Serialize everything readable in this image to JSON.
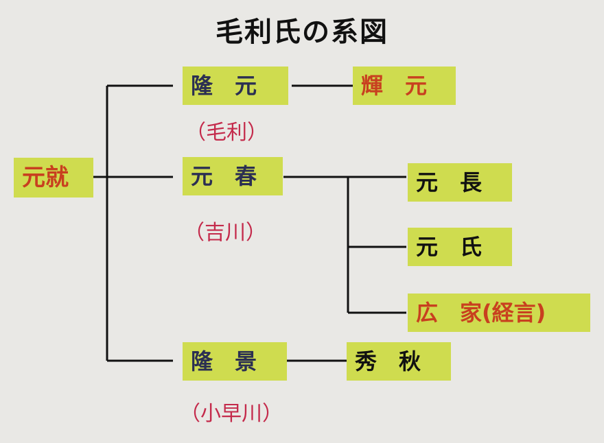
{
  "title": "毛利氏の系図",
  "colors": {
    "background": "#e9e8e5",
    "node_fill": "#cfdc4f",
    "line": "#111111",
    "heir_text": "#c8401f",
    "branch_text": "#2b2f52",
    "child_text": "#111111",
    "clan_text": "#c42a4b"
  },
  "nodes": {
    "motonari": "元就",
    "takamoto": "隆　元",
    "terumoto": "輝　元",
    "motoharu": "元　春",
    "motonaga": "元　長",
    "motouji": "元　氏",
    "hiroie": "広　家(経言)",
    "takakage": "隆　景",
    "hideaki": "秀　秋"
  },
  "clans": {
    "mori": "（毛利）",
    "kikkawa": "（吉川）",
    "kobayakawa": "（小早川）"
  }
}
